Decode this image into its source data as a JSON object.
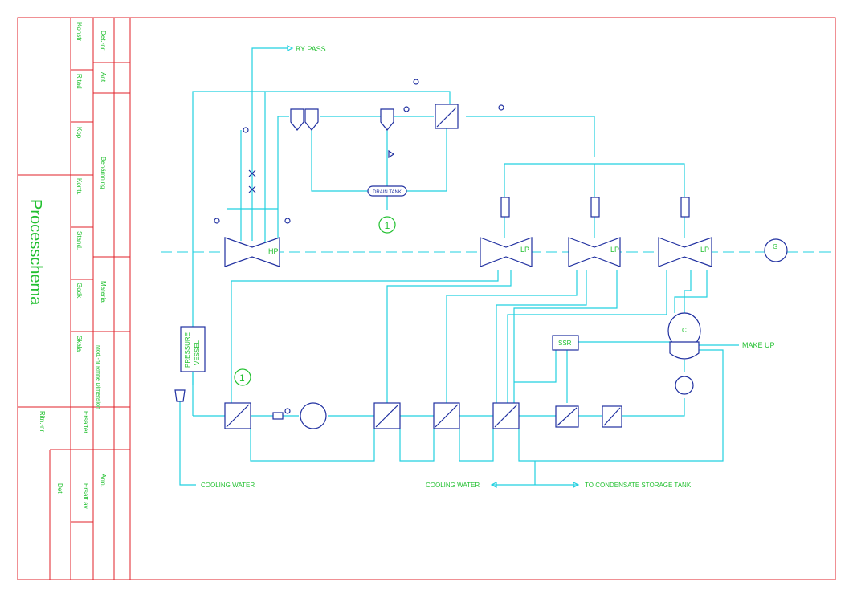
{
  "title_block": {
    "drawing_title": "Processchema",
    "left_col": [
      "Konstr",
      "Ritad",
      "Kop",
      "Kontr.",
      "Stand.",
      "Godk.",
      "Skala"
    ],
    "mid_col": [
      "Det.-nr",
      "Ant",
      "Benämning",
      "Material",
      "Mod.-nr Rmne Dimension",
      "Arm."
    ],
    "bottom": [
      "Ritn.-nr",
      "Det",
      "Ersätter",
      "Ersatt av"
    ]
  },
  "labels": {
    "bypass": "BY PASS",
    "hp": "HP",
    "lp1": "LP",
    "lp2": "LP",
    "lp3": "LP",
    "generator": "G",
    "drain_tank": "DRAIN TANK",
    "marker1": "1",
    "marker2": "1",
    "pressure_vessel_1": "PRESSURE",
    "pressure_vessel_2": "VESSEL",
    "ssr": "SSR",
    "condenser": "C",
    "make_up": "MAKE UP",
    "cooling_water_left": "COOLING WATER",
    "cooling_water_mid": "COOLING WATER",
    "condensate_tank": "TO CONDENSATE STORAGE TANK"
  },
  "colors": {
    "pipe": "#22d0e0",
    "frame": "#e0202a",
    "label_green": "#22c030",
    "equipment": "#2030a0"
  }
}
